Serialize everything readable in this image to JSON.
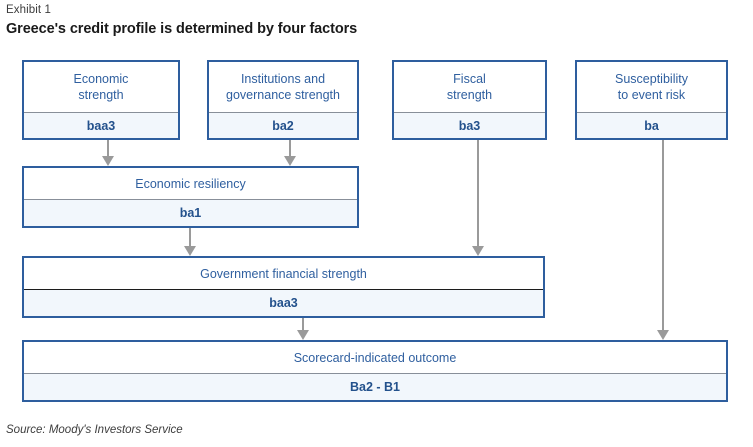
{
  "header": {
    "exhibit_label": "Exhibit 1",
    "title": "Greece's credit profile is determined by four factors"
  },
  "footer": {
    "source": "Source: Moody's Investors Service"
  },
  "colors": {
    "box_border": "#2e5e9e",
    "title_text": "#2f5f9f",
    "value_text": "#23518c",
    "value_fill": "#f2f7fc",
    "arrow": "#9a9a9a"
  },
  "diagram": {
    "factors": [
      {
        "title": "Economic strength",
        "title_line1": "Economic",
        "title_line2": "strength",
        "value": "baa3"
      },
      {
        "title": "Institutions and governance strength",
        "title_line1": "Institutions and",
        "title_line2": "governance strength",
        "value": "ba2"
      },
      {
        "title": "Fiscal strength",
        "title_line1": "Fiscal",
        "title_line2": "strength",
        "value": "ba3"
      },
      {
        "title": "Susceptibility to event risk",
        "title_line1": "Susceptibility",
        "title_line2": "to event risk",
        "value": "ba"
      }
    ],
    "intermediate": [
      {
        "title": "Economic resiliency",
        "value": "ba1"
      },
      {
        "title": "Government financial strength",
        "value": "baa3"
      }
    ],
    "outcome": {
      "title": "Scorecard-indicated outcome",
      "value": "Ba2 - B1"
    }
  }
}
